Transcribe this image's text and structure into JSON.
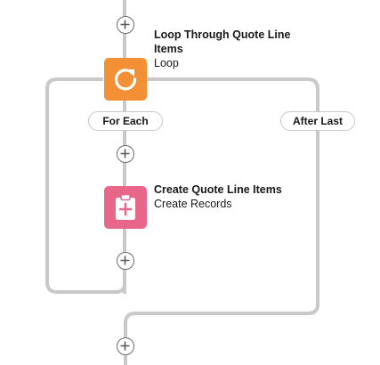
{
  "colors": {
    "connector": "#c9c9c9",
    "loop_icon_bg": "#f38f34",
    "create_icon_bg": "#e8668a",
    "add_button_border": "#6b6b6b"
  },
  "elements": {
    "loop": {
      "title": "Loop Through Quote Line Items",
      "type": "Loop",
      "icon": "refresh-icon"
    },
    "create": {
      "title": "Create Quote Line Items",
      "type": "Create Records",
      "icon": "clipboard-add-icon"
    }
  },
  "paths": {
    "for_each": "For Each",
    "after_last": "After Last"
  },
  "add_buttons": [
    {
      "icon": "add-icon"
    },
    {
      "icon": "add-icon"
    },
    {
      "icon": "add-icon"
    },
    {
      "icon": "add-icon"
    }
  ]
}
